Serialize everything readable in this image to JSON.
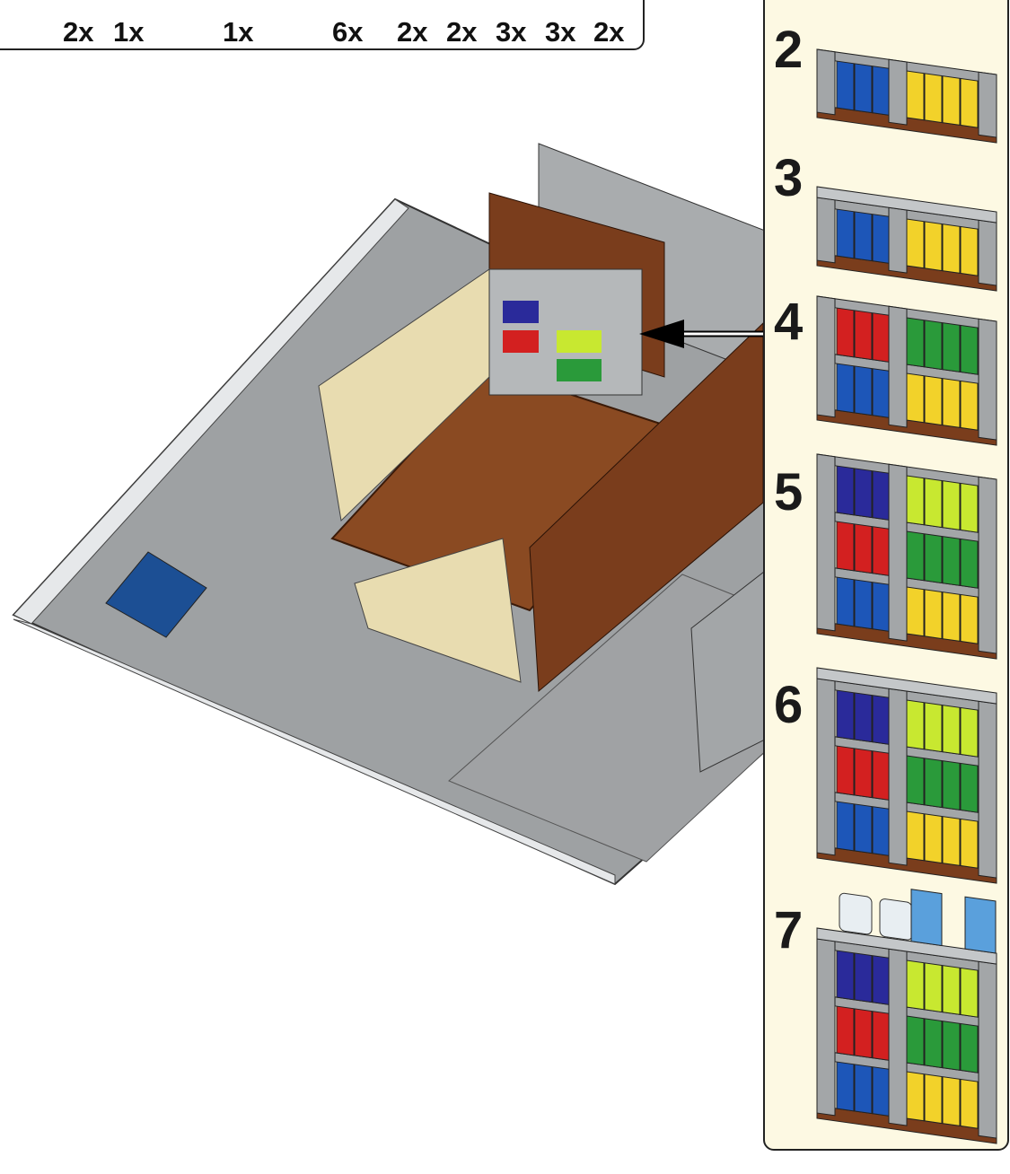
{
  "parts_list": {
    "quantities": [
      "2x",
      "1x",
      "1x",
      "6x",
      "2x",
      "2x",
      "3x",
      "3x",
      "2x"
    ]
  },
  "colors": {
    "panel_bg": "#fdf9e3",
    "brown": "#7a3d1c",
    "gray": "#a3a6a8",
    "tan": "#e8dcb0",
    "blue": "#1d56b8",
    "yellow": "#f2d22a",
    "red": "#d32020",
    "green": "#2a9a3a",
    "navy": "#2a2a9a",
    "lime": "#c8e830"
  },
  "substeps": [
    {
      "number": "2",
      "rows": [
        [
          "blue",
          "yellow"
        ]
      ],
      "top": false,
      "jars": false
    },
    {
      "number": "3",
      "rows": [
        [
          "blue",
          "yellow"
        ]
      ],
      "top": true,
      "jars": false
    },
    {
      "number": "4",
      "rows": [
        [
          "blue",
          "yellow"
        ],
        [
          "red",
          "green"
        ]
      ],
      "top": false,
      "jars": false
    },
    {
      "number": "5",
      "rows": [
        [
          "blue",
          "yellow"
        ],
        [
          "red",
          "green"
        ],
        [
          "navy",
          "lime"
        ]
      ],
      "top": false,
      "jars": false
    },
    {
      "number": "6",
      "rows": [
        [
          "blue",
          "yellow"
        ],
        [
          "red",
          "green"
        ],
        [
          "navy",
          "lime"
        ]
      ],
      "top": true,
      "jars": false
    },
    {
      "number": "7",
      "rows": [
        [
          "blue",
          "yellow"
        ],
        [
          "red",
          "green"
        ],
        [
          "navy",
          "lime"
        ]
      ],
      "top": true,
      "jars": true
    }
  ]
}
